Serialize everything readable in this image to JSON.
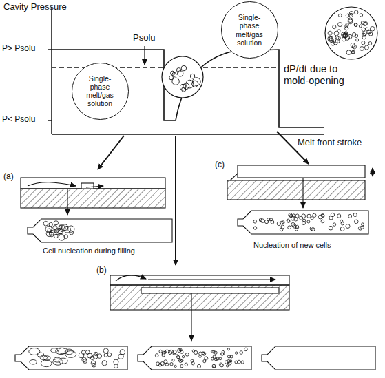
{
  "diagram": {
    "nodes": [
      {
        "text": [
          "Single-phase melt/gas solution"
        ]
      },
      {
        "text": [
          "Single-phase melt/gas solution"
        ]
      }
    ],
    "labels": [
      "Cavity Pressure",
      "Psolu",
      "P> Psolu",
      "P< Psolu",
      "dP/dt due to mold-opening",
      "Melt front stroke",
      "(a)",
      "Cell nucleation during filling",
      "(b)",
      "(c)",
      "Nucleation of new cells"
    ]
  }
}
